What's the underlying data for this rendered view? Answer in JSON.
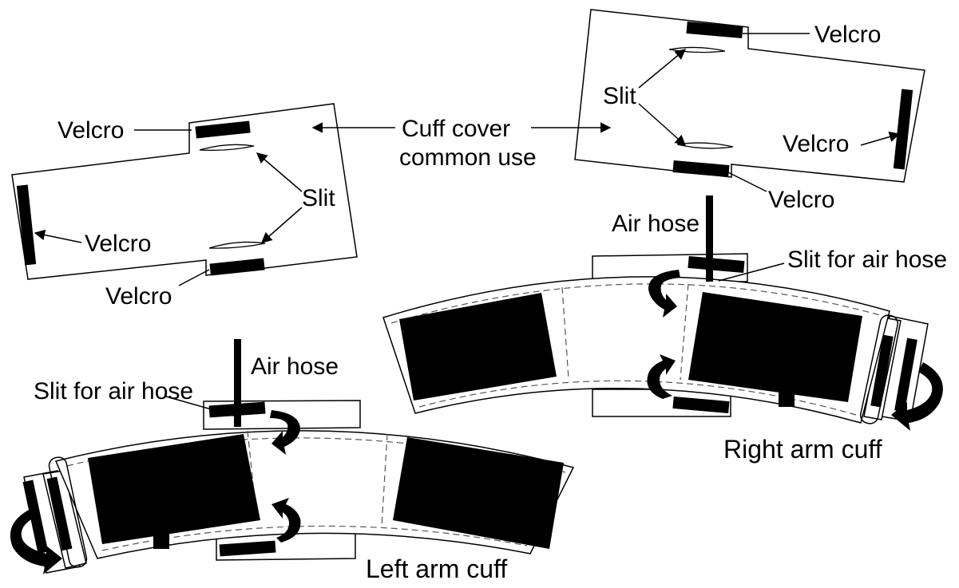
{
  "labels": {
    "cuff_cover": [
      "Cuff cover",
      "common use"
    ],
    "velcro": "Velcro",
    "slit": "Slit",
    "air_hose": "Air hose",
    "slit_for_air_hose": "Slit for air hose",
    "right_arm_cuff": "Right arm cuff",
    "left_arm_cuff": "Left arm cuff"
  }
}
